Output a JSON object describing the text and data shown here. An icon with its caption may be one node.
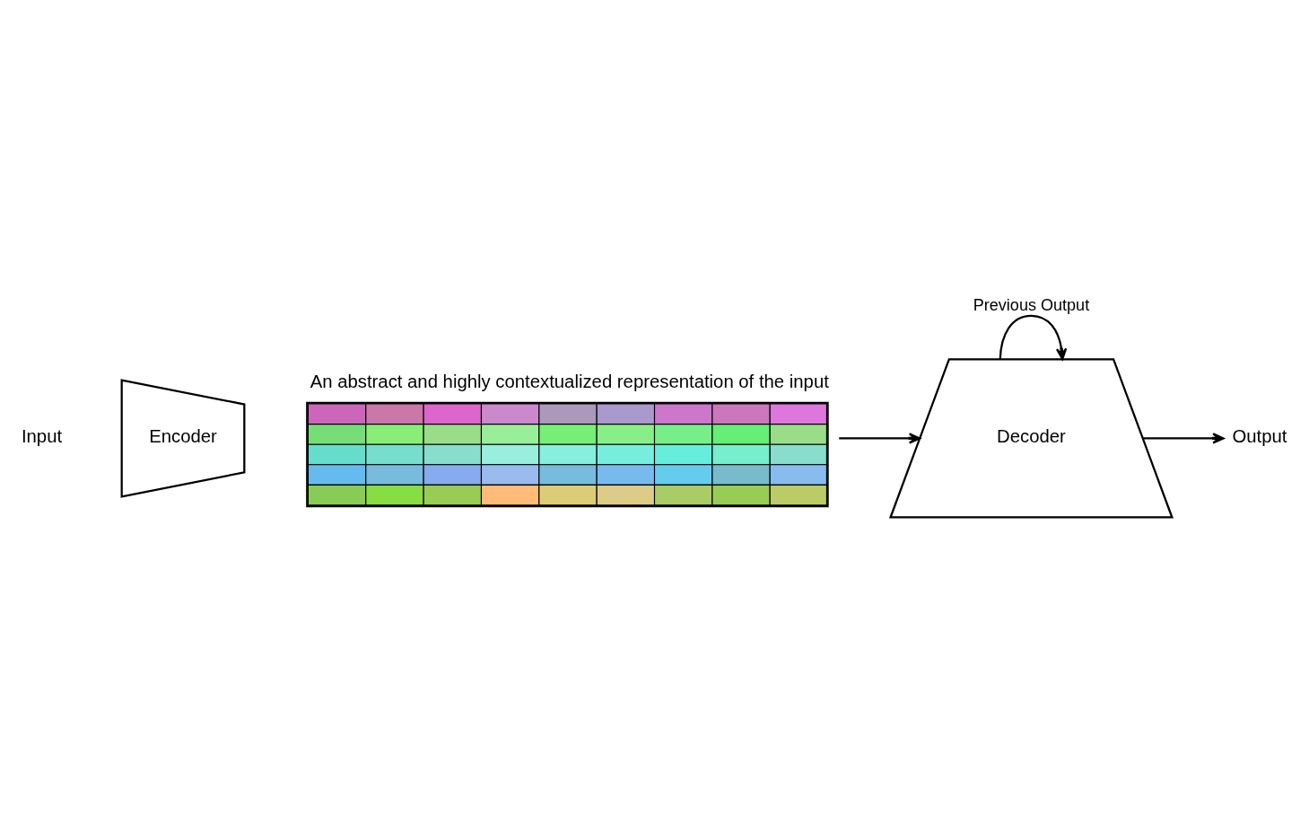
{
  "diagram": {
    "nodes": [
      {
        "text": [
          "Encoder"
        ]
      },
      {
        "text": [
          "An abstract and highly contextualized representation of the input"
        ]
      },
      {
        "text": [
          "Decoder"
        ]
      },
      {
        "text": [
          "Output"
        ]
      }
    ],
    "edges": [
      {
        "from": 1,
        "to": 2,
        "arrow": "to"
      },
      {
        "from": 2,
        "to": 3,
        "arrow": "to"
      },
      {
        "from": 2,
        "to": 2,
        "arrow": "to",
        "label": "Previous Output"
      }
    ],
    "labels": [
      "Input"
    ]
  }
}
